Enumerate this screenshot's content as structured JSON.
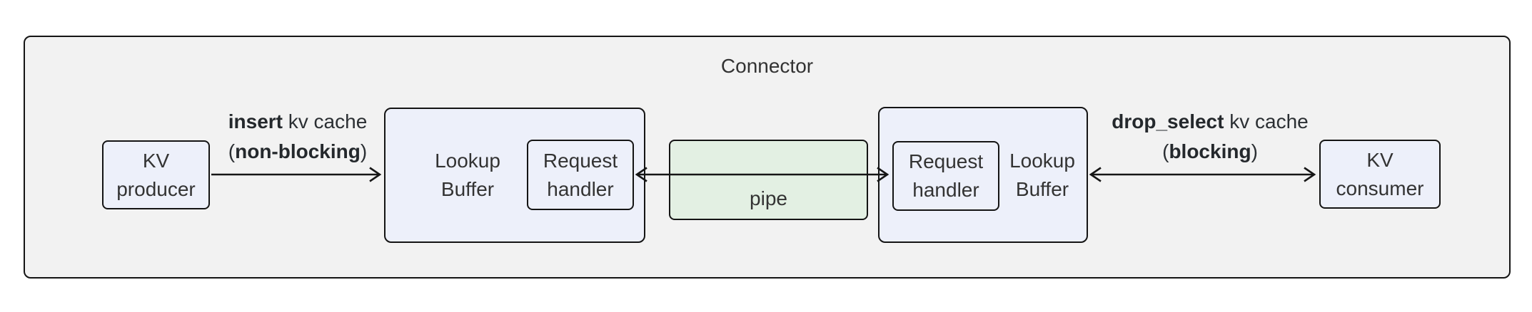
{
  "diagram": {
    "title": "Connector",
    "nodes": {
      "kv_producer": {
        "label": [
          "KV",
          "producer"
        ]
      },
      "lookup_buffer_left": {
        "label": [
          "Lookup",
          "Buffer"
        ]
      },
      "request_handler_left": {
        "label": [
          "Request",
          "handler"
        ]
      },
      "pipe": {
        "label": "pipe"
      },
      "lookup_buffer_right": {
        "label": [
          "Lookup",
          "Buffer"
        ]
      },
      "request_handler_right": {
        "label": [
          "Request",
          "handler"
        ]
      },
      "kv_consumer": {
        "label": [
          "KV",
          "consumer"
        ]
      }
    },
    "edges": {
      "insert": {
        "from": "KV producer",
        "to": "Lookup Buffer (left)",
        "direction": "right",
        "line1_bold": "insert",
        "line1_rest": " kv cache",
        "line2_pre": "(",
        "line2_bold": "non-blocking",
        "line2_post": ")"
      },
      "pipe_link": {
        "from": "Request handler (left)",
        "to": "Request handler (right)",
        "direction": "both"
      },
      "drop_select": {
        "from": "Lookup Buffer (right)",
        "to": "KV consumer",
        "direction": "both",
        "line1_bold": "drop_select",
        "line1_rest": " kv cache",
        "line2_pre": "(",
        "line2_bold": "blocking",
        "line2_post": ")"
      }
    },
    "colors": {
      "container_fill": "#f2f2f2",
      "node_fill": "#edf0fa",
      "pipe_fill": "#e3f0e3",
      "border": "#141414",
      "text": "#333333"
    }
  }
}
